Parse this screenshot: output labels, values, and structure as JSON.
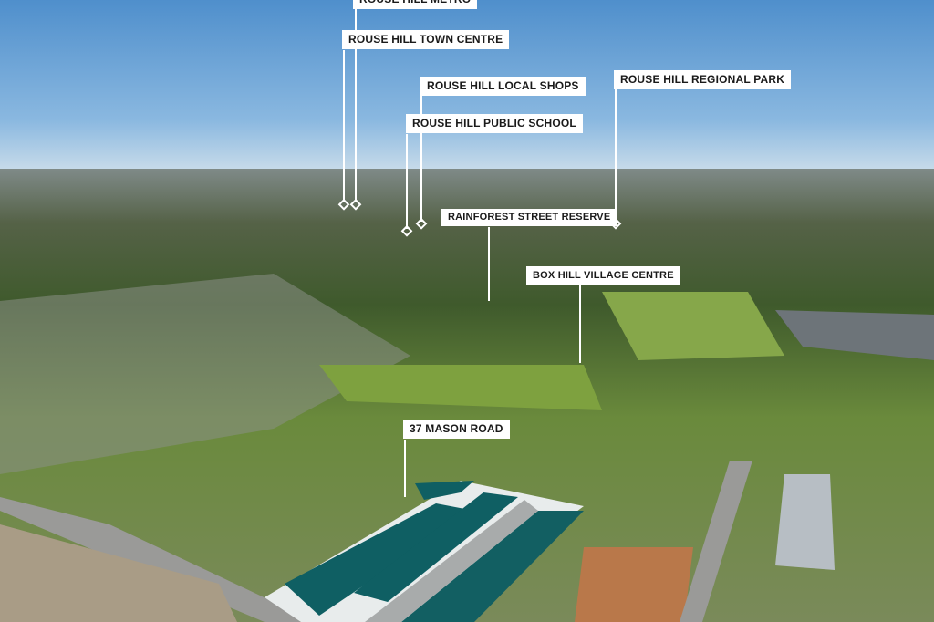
{
  "labels": {
    "metro": "ROUSE HILL METRO",
    "town_centre": "ROUSE HILL TOWN CENTRE",
    "local_shops": "ROUSE HILL LOCAL SHOPS",
    "public_school": "ROUSE HILL PUBLIC SCHOOL",
    "regional_park": "ROUSE HILL REGIONAL PARK",
    "rainforest_reserve": "RAINFOREST STREET RESERVE",
    "box_hill_village": "BOX HILL VILLAGE CENTRE",
    "site": "37 MASON ROAD"
  },
  "colors": {
    "site_teal": "#0f5f63",
    "site_teal_light": "#1c8a8c",
    "label_bg": "#ffffff"
  }
}
